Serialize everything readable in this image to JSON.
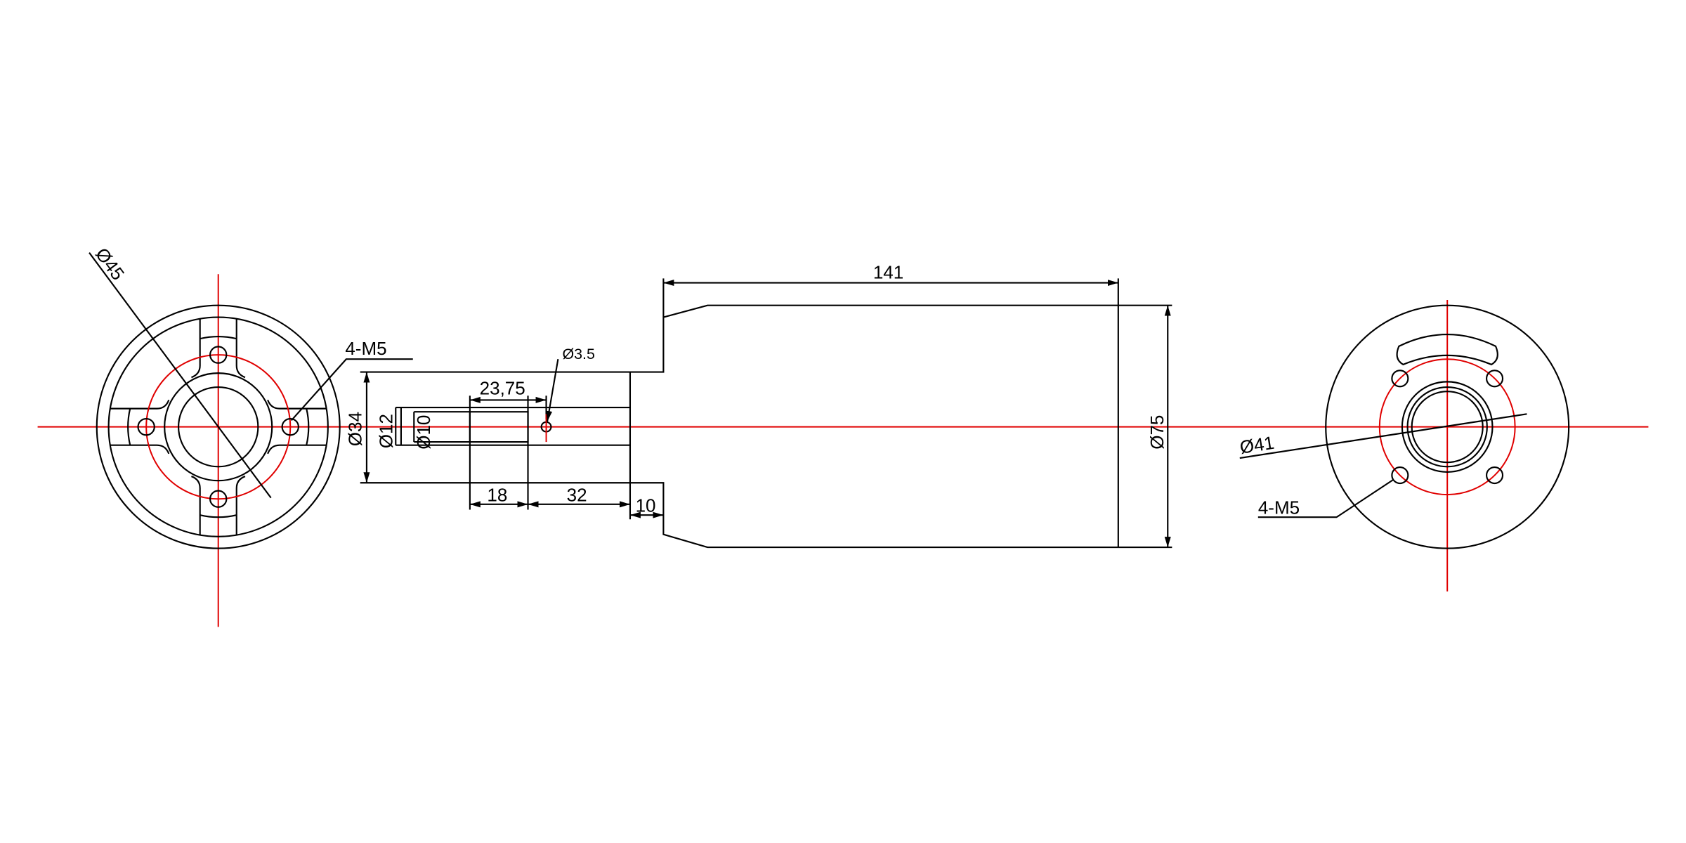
{
  "drawing": {
    "left_view": {
      "outer_diameter": "Ø45",
      "holes": "4-M5",
      "flange_diameter": "Ø34"
    },
    "side_view": {
      "body_length": "141",
      "body_diameter": "Ø75",
      "shaft_diameter": "Ø12",
      "shaft_flat": "Ø10",
      "keyway_length": "23,75",
      "pin_hole": "Ø3.5",
      "dim_18": "18",
      "dim_32": "32",
      "dim_10": "10"
    },
    "right_view": {
      "bolt_circle": "Ø41",
      "holes": "4-M5"
    },
    "colors": {
      "outline": "#000000",
      "centerline": "#e00000"
    }
  }
}
